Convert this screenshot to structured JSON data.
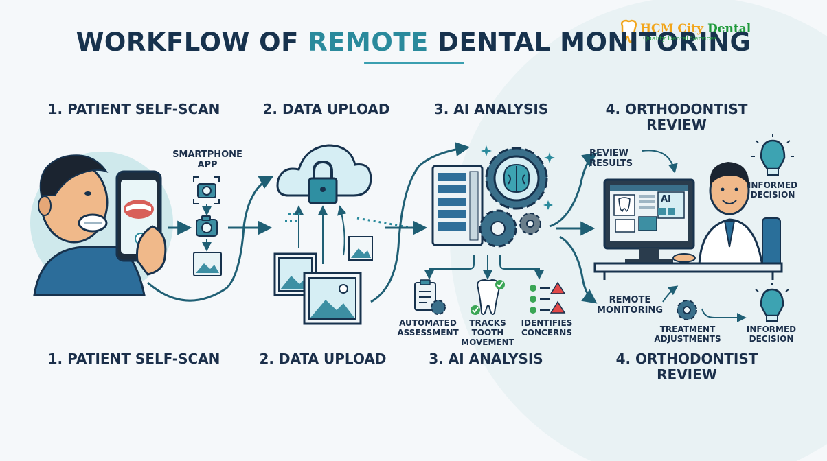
{
  "title": {
    "lead": "WORKFLOW OF ",
    "highlight": "REMOTE",
    "rest": " DENTAL MONITORING"
  },
  "logo": {
    "name_part1": "HCM City ",
    "name_part2": "Dental",
    "tagline": "Quality Dental Services"
  },
  "steps_top": [
    "1. PATIENT SELF-SCAN",
    "2. DATA UPLOAD",
    "3. AI ANALYSIS",
    "4. ORTHODONTIST\nREVIEW"
  ],
  "steps_bottom": [
    "1. PATIENT SELF-SCAN",
    "2. DATA UPLOAD",
    "3. AI ANALYSIS",
    "4. ORTHODONTIST\nREVIEW"
  ],
  "labels": {
    "smartphone_app": "SMARTPHONE\nAPP",
    "review_results": "REVIEW\nRESULTS",
    "informed_decision_top": "INFORMED\nDECISION",
    "remote_monitoring": "REMOTE\nMONITORING",
    "treatment_adjustments": "TREATMENT\nADJUSTMENTS",
    "informed_decision_bottom": "INFORMED\nDECISION",
    "automated_assessment": "AUTOMATED\nASSESSMENT",
    "tracks_tooth_movement": "TRACKS TOOTH\nMOVEMENT",
    "identifies_concerns": "IDENTIFIES\nCONCERNS",
    "ai_screen": "AI"
  },
  "colors": {
    "navy": "#17324d",
    "teal": "#2a8a9c",
    "skin": "#f0b98a",
    "green": "#3aa655",
    "red": "#e04848"
  },
  "icons": [
    "camera-icon",
    "photo-icon",
    "cloud-lock-icon",
    "server-icon",
    "brain-gear-icon",
    "gear-icon",
    "clipboard-icon",
    "tooth-icon",
    "checklist-icon",
    "warning-icon",
    "lightbulb-icon",
    "computer-monitor-icon"
  ]
}
